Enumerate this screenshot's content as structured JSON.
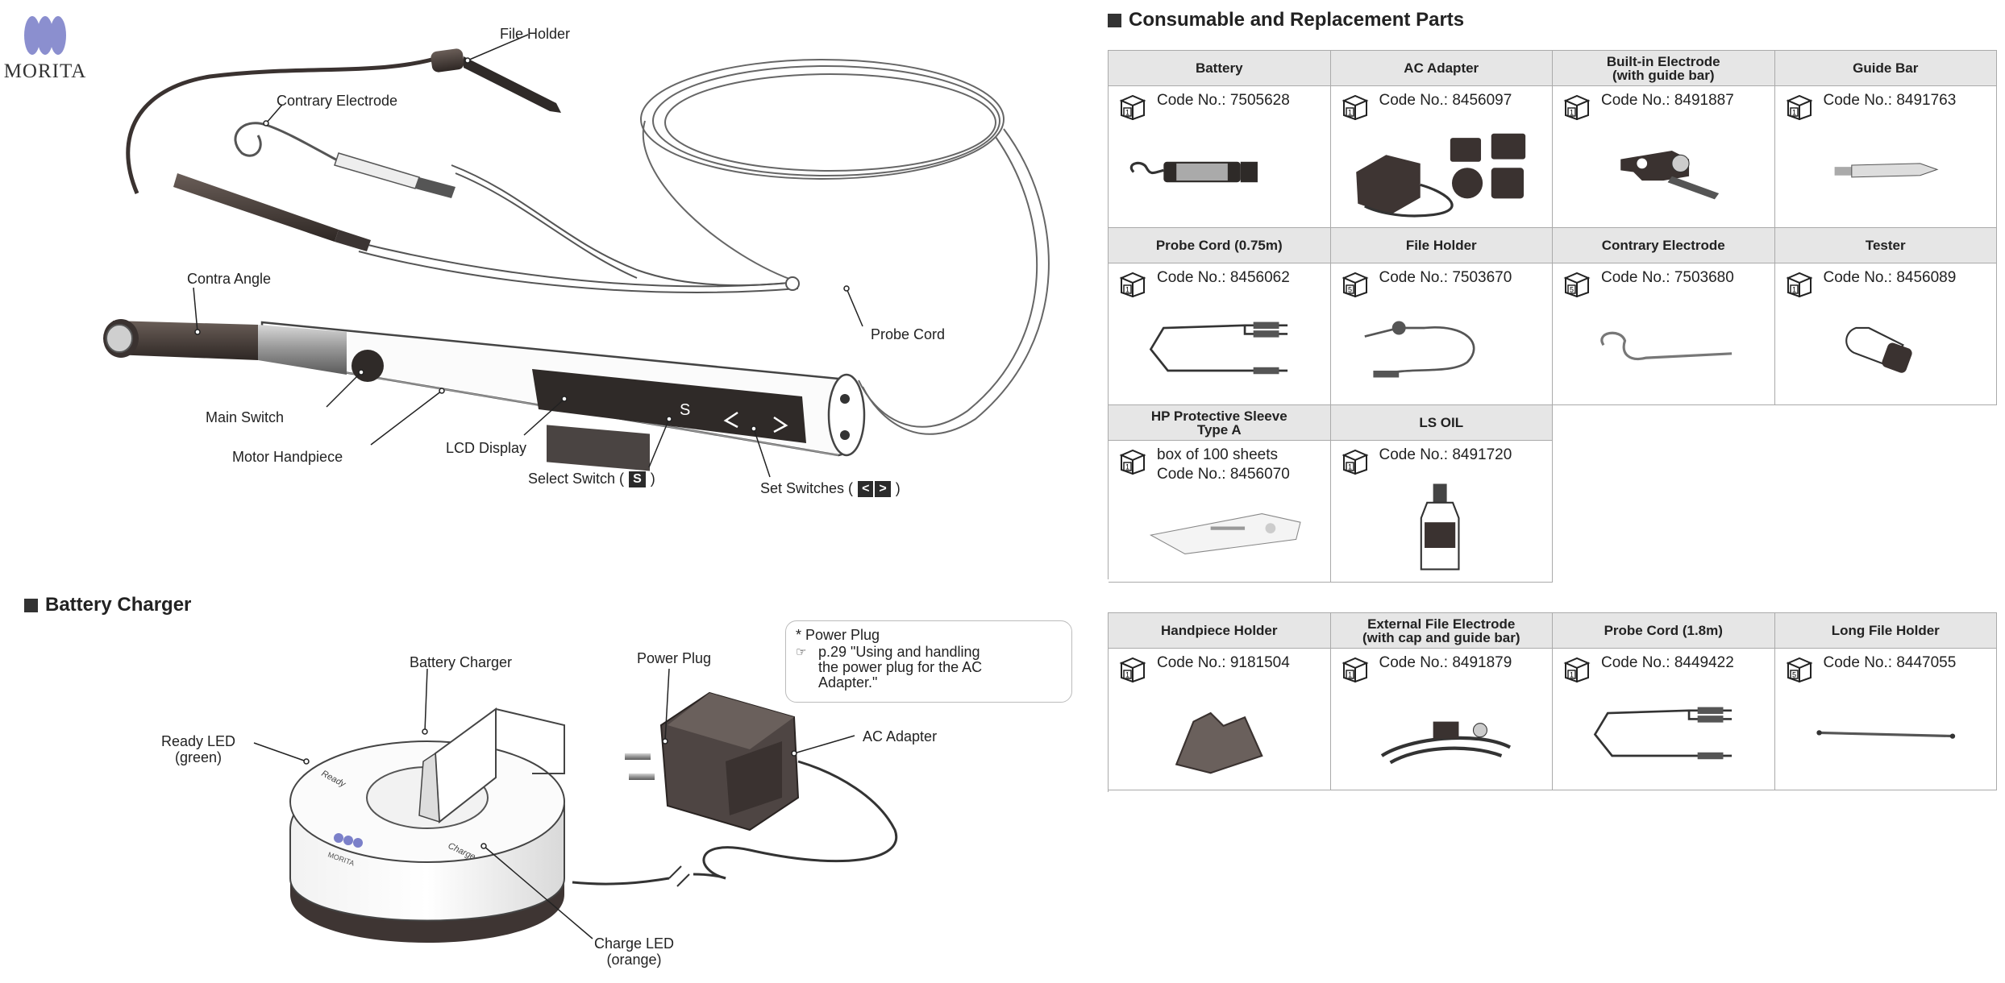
{
  "logo": {
    "text": "MORITA",
    "mark_color": "#8b8fcf"
  },
  "sections": {
    "battery_charger": "Battery Charger",
    "parts": "Consumable and Replacement Parts"
  },
  "handpiece_labels": {
    "file_holder": "File Holder",
    "contrary_electrode": "Contrary Electrode",
    "contra_angle": "Contra Angle",
    "probe_cord": "Probe Cord",
    "main_switch": "Main Switch",
    "motor_handpiece": "Motor Handpiece",
    "lcd_display": "LCD Display",
    "select_switch_pre": "Select Switch (",
    "select_key": "S",
    "select_switch_post": ")",
    "set_switches_pre": "Set Switches (",
    "set_key_left": "<",
    "set_key_right": ">",
    "set_switches_post": ")"
  },
  "charger_labels": {
    "battery_charger": "Battery Charger",
    "ready_led_1": "Ready LED",
    "ready_led_2": "(green)",
    "power_plug": "Power Plug",
    "ac_adapter": "AC Adapter",
    "charge_led_1": "Charge LED",
    "charge_led_2": "(orange)",
    "ready_print": "Ready",
    "charge_print": "Charge",
    "charger_logo": "MORITA"
  },
  "note": {
    "title": "* Power Plug",
    "ref_icon": "pointing-hand-icon",
    "ref_text_1": "p.29 \"Using and handling",
    "ref_text_2": "the power plug for the AC",
    "ref_text_3": "Adapter.\""
  },
  "parts_table": [
    {
      "name_1": "Battery",
      "name_2": "",
      "qty": "1",
      "code": "Code No.: 7505628",
      "icon": "battery"
    },
    {
      "name_1": "AC Adapter",
      "name_2": "",
      "qty": "1",
      "code": "Code No.: 8456097",
      "icon": "ac-adapter"
    },
    {
      "name_1": "Built-in Electrode",
      "name_2": "(with guide bar)",
      "qty": "1",
      "code": "Code No.: 8491887",
      "icon": "electrode"
    },
    {
      "name_1": "Guide Bar",
      "name_2": "",
      "qty": "1",
      "code": "Code No.: 8491763",
      "icon": "guide-bar"
    },
    {
      "name_1": "Probe Cord (0.75m)",
      "name_2": "",
      "qty": "1",
      "code": "Code No.: 8456062",
      "icon": "probe-cord"
    },
    {
      "name_1": "File Holder",
      "name_2": "",
      "qty": "5",
      "code": "Code No.: 7503670",
      "icon": "file-holder"
    },
    {
      "name_1": "Contrary Electrode",
      "name_2": "",
      "qty": "5",
      "code": "Code No.: 7503680",
      "icon": "contrary-electrode"
    },
    {
      "name_1": "Tester",
      "name_2": "",
      "qty": "1",
      "code": "Code No.: 8456089",
      "icon": "tester"
    },
    {
      "name_1": "HP Protective Sleeve",
      "name_2": "Type A",
      "qty": "1",
      "code_1": "box of 100 sheets",
      "code": "Code No.: 8456070",
      "icon": "sleeve"
    },
    {
      "name_1": "LS OIL",
      "name_2": "",
      "qty": "1",
      "code": "Code No.: 8491720",
      "icon": "oil-bottle"
    }
  ],
  "options_table": [
    {
      "name_1": "Handpiece Holder",
      "name_2": "",
      "qty": "1",
      "code": "Code No.: 9181504",
      "icon": "handpiece-holder"
    },
    {
      "name_1": "External File Electrode",
      "name_2": "(with cap and guide bar)",
      "qty": "1",
      "code": "Code No.: 8491879",
      "icon": "external-electrode"
    },
    {
      "name_1": "Probe Cord (1.8m)",
      "name_2": "",
      "qty": "1",
      "code": "Code No.: 8449422",
      "icon": "probe-cord"
    },
    {
      "name_1": "Long File Holder",
      "name_2": "",
      "qty": "5",
      "code": "Code No.: 8447055",
      "icon": "long-file-holder"
    }
  ]
}
